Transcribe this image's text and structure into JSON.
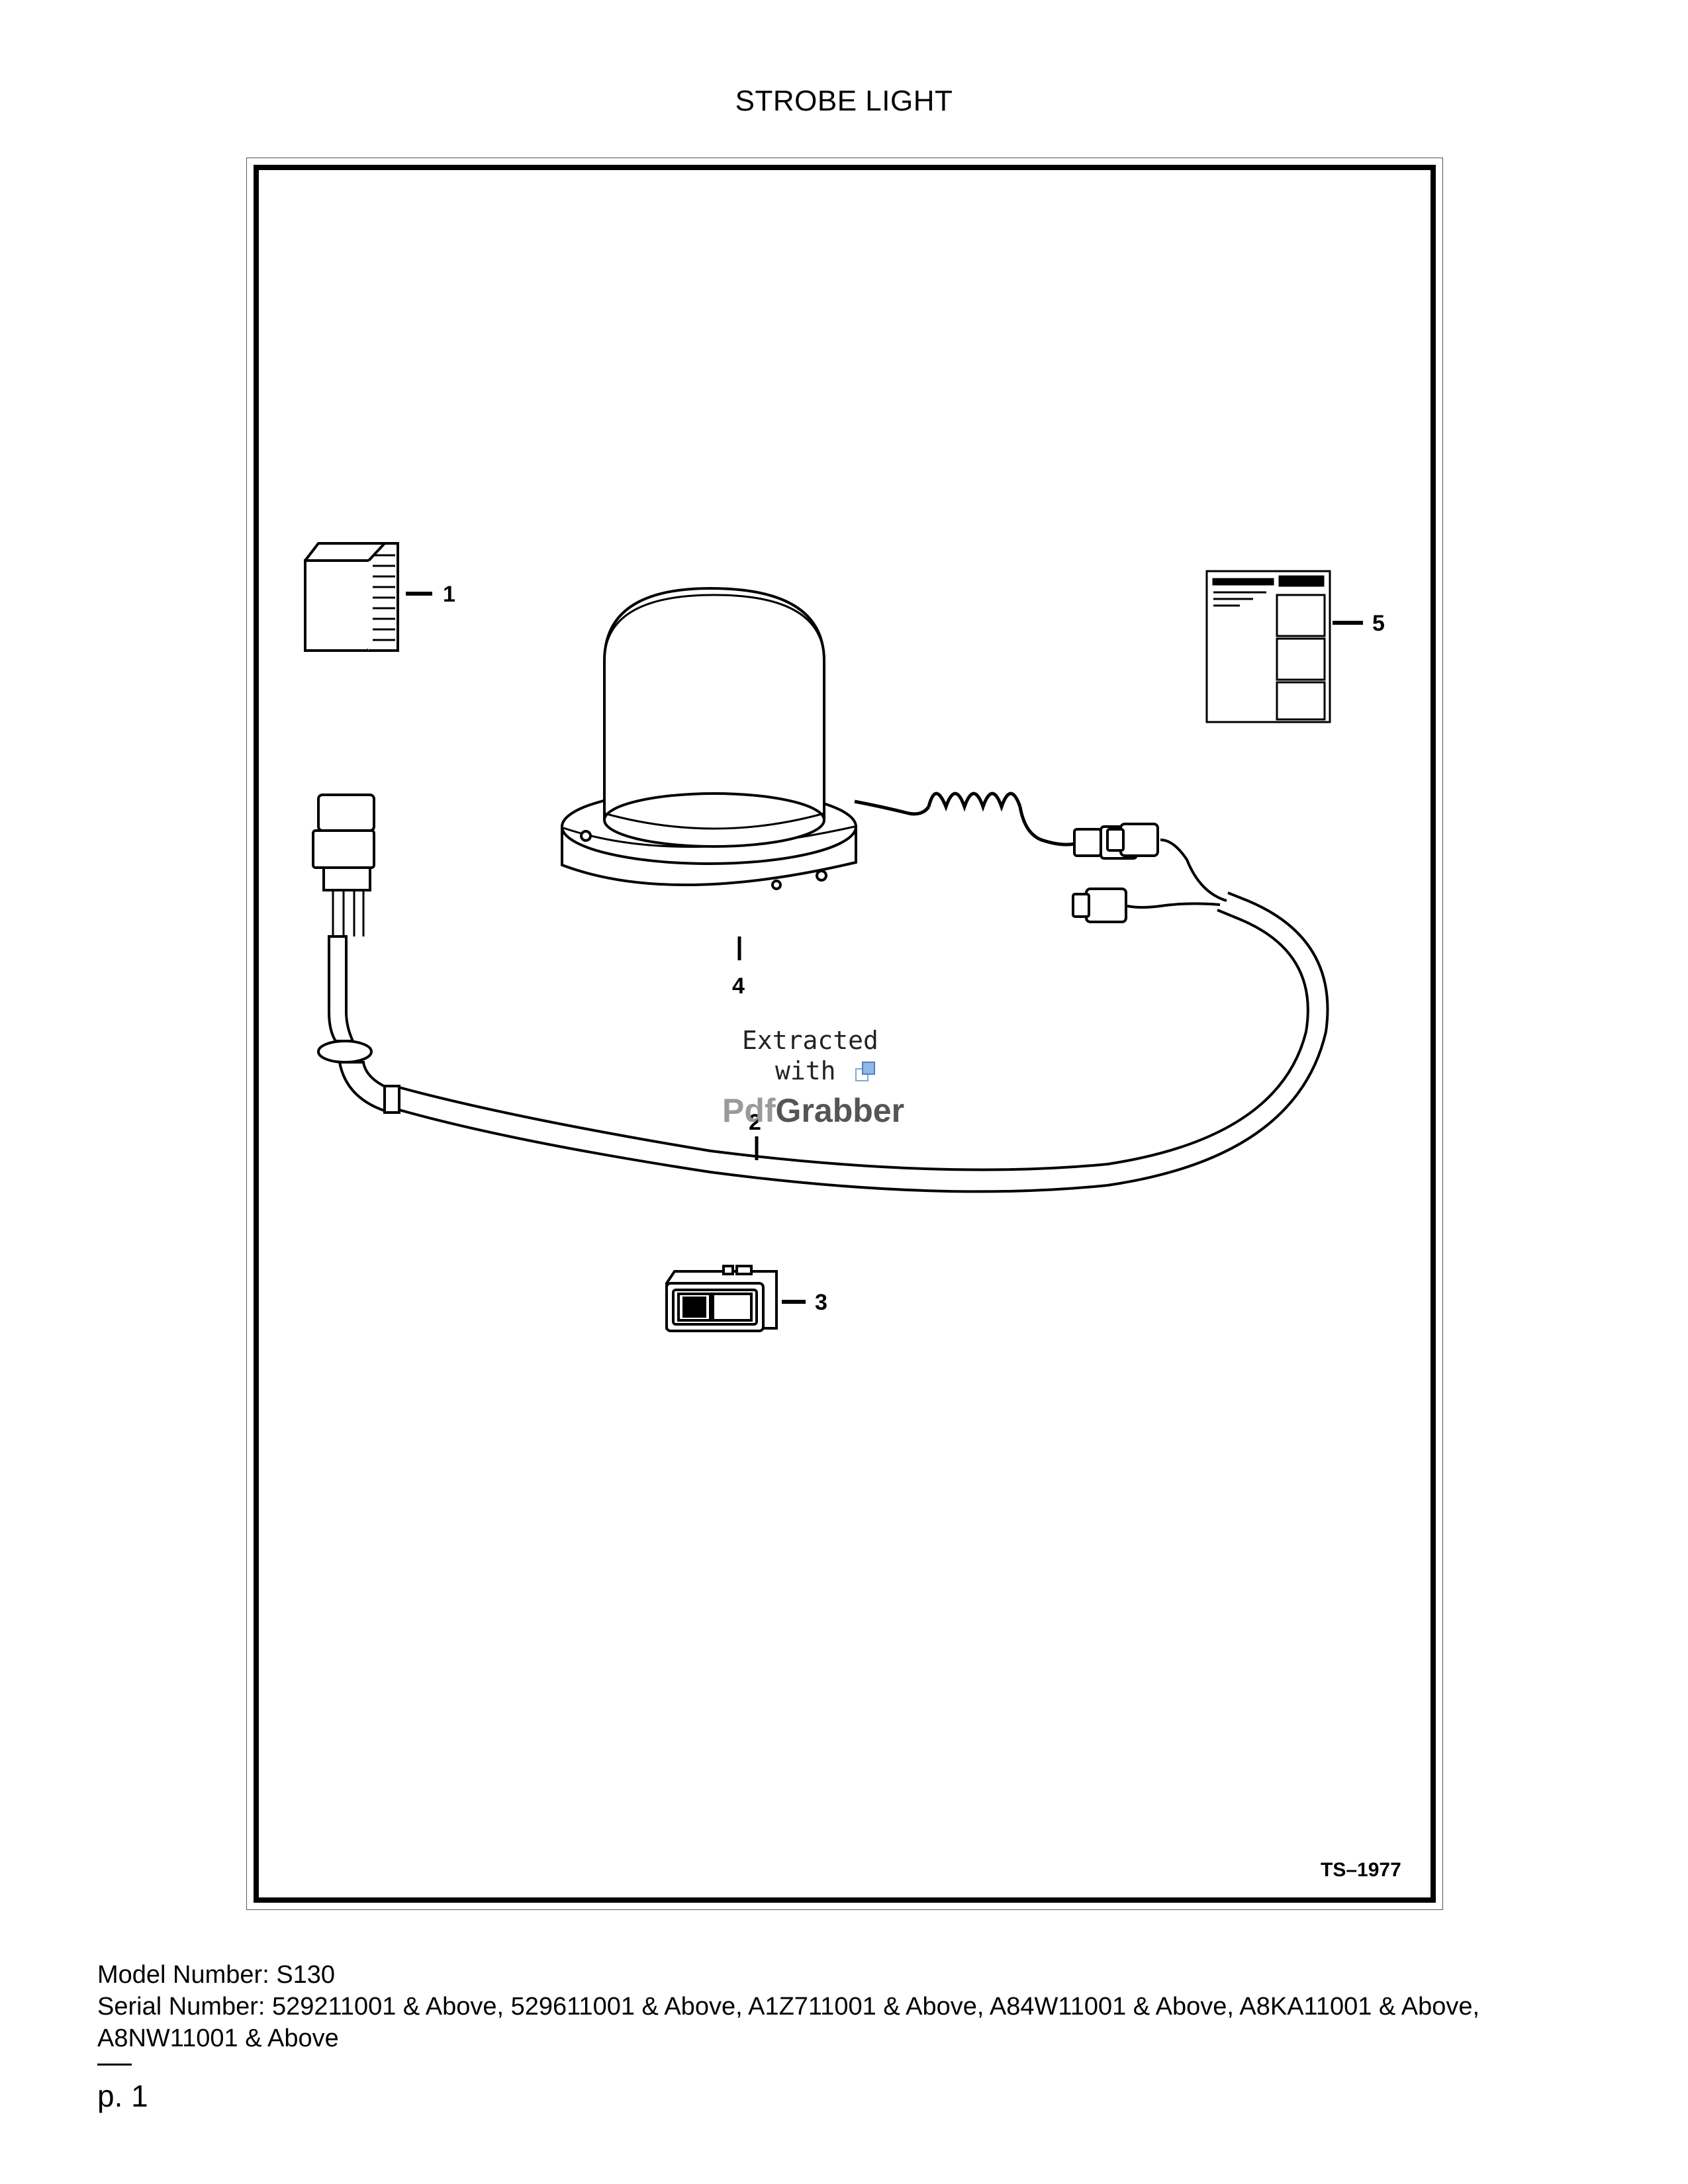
{
  "title": "STROBE LIGHT",
  "figure": {
    "drawing_number": "TS–1977",
    "callouts": [
      "1",
      "2",
      "3",
      "4",
      "5"
    ],
    "watermark": {
      "line1": "Extracted",
      "line2": "with",
      "brand_prefix": "Pdf",
      "brand_suffix": "Grabber"
    }
  },
  "footer": {
    "model_line": "Model Number: S130",
    "serial_line": "Serial Number: 529211001 & Above, 529611001 & Above, A1Z711001 & Above, A84W11001 & Above, A8KA11001 & Above, A8NW11001 & Above"
  },
  "page": {
    "number": "p. 1"
  }
}
